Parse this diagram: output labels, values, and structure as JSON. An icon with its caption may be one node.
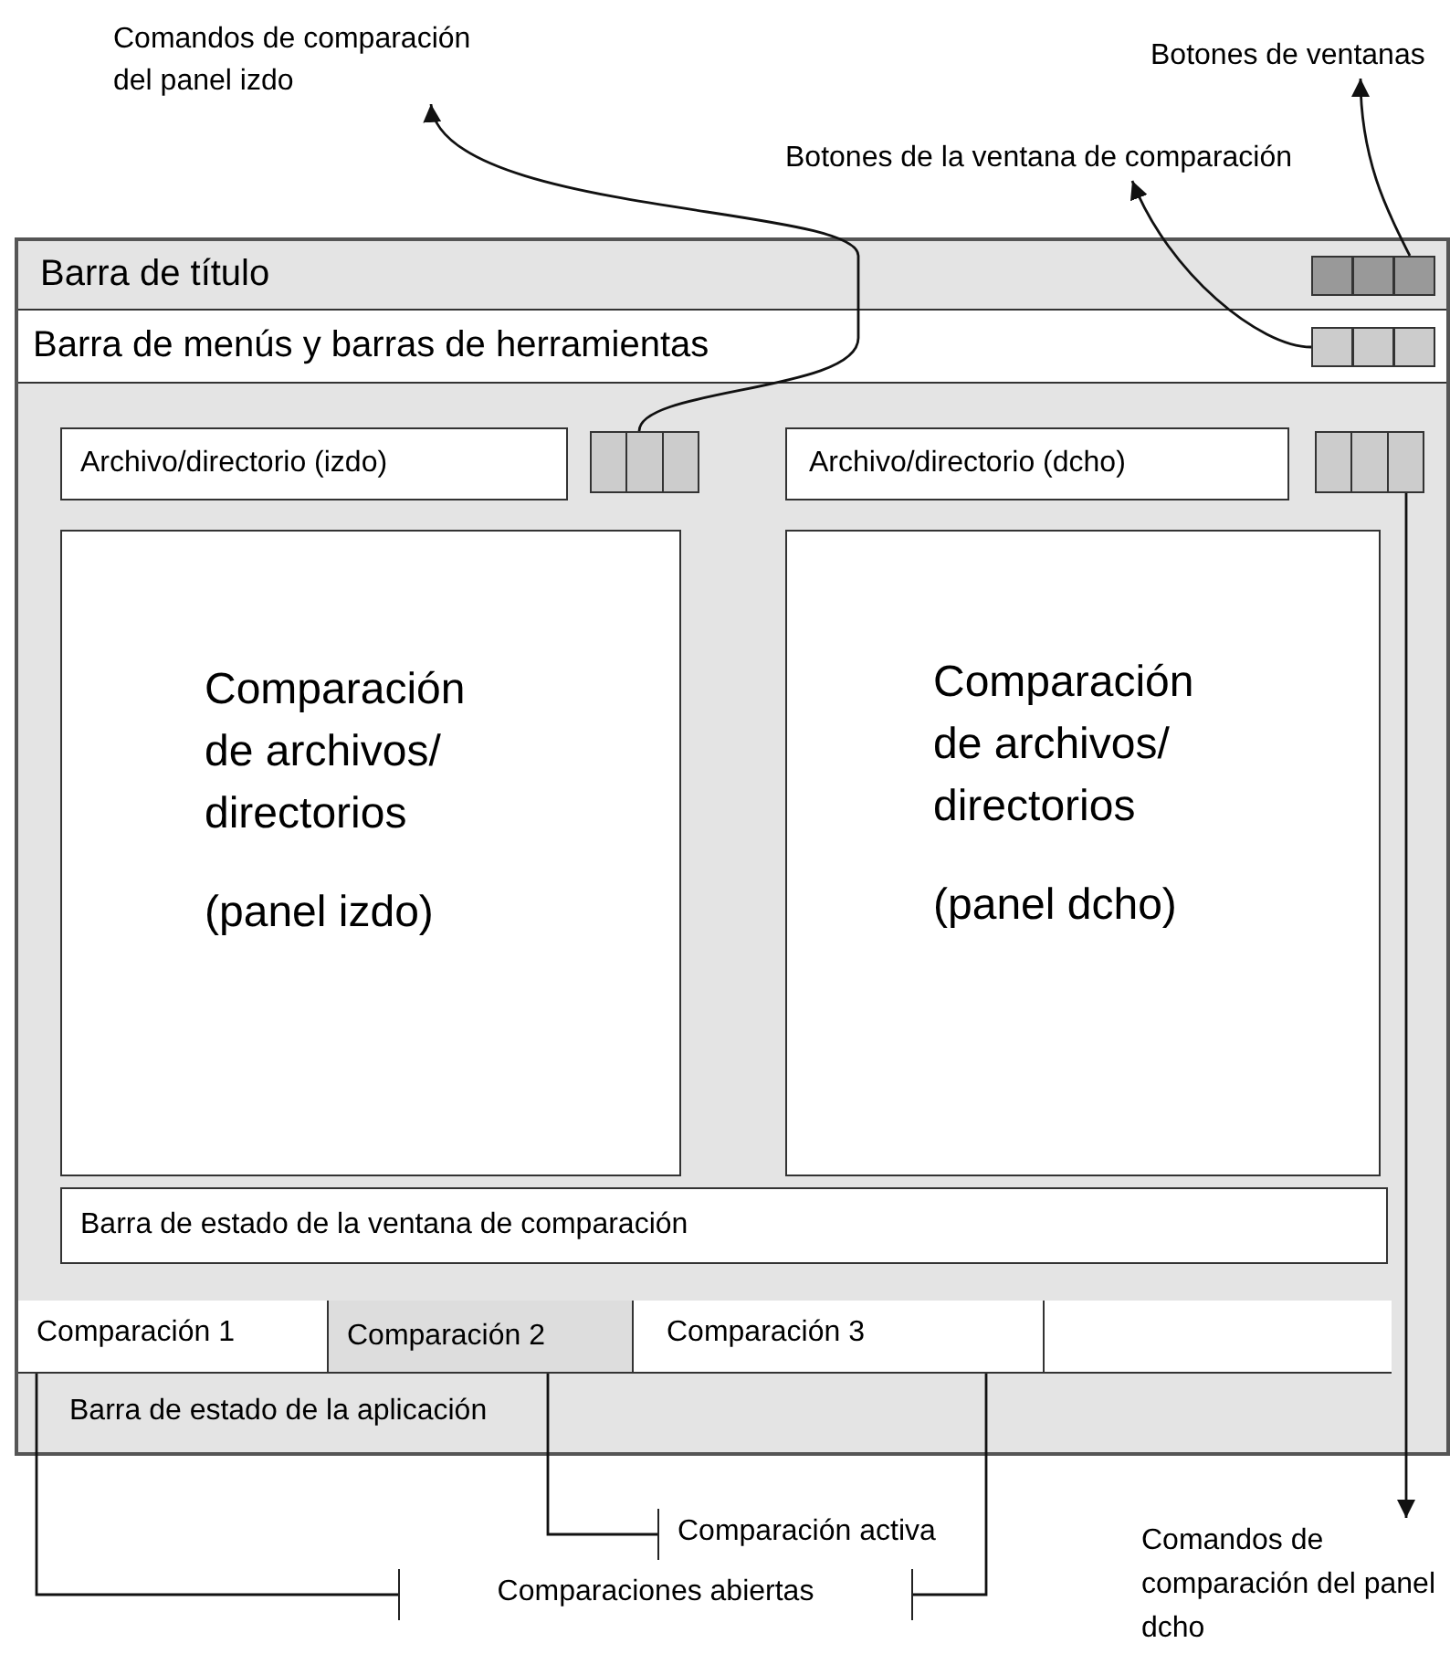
{
  "diagram": {
    "nodes": [
      {
        "text": [],
        "shape": "box"
      },
      {
        "text": [
          "Barra de título"
        ],
        "in": 0
      },
      {
        "text": [],
        "shape": "box",
        "in": 1
      },
      {
        "text": [
          "Barra de menús y barras de herramientas"
        ],
        "in": 0
      },
      {
        "text": [],
        "shape": "box",
        "in": 3
      },
      {
        "text": [
          "Archivo/directorio (izdo)"
        ],
        "in": 0
      },
      {
        "text": [],
        "shape": "box",
        "in": 0
      },
      {
        "text": [
          "Archivo/directorio (dcho)"
        ],
        "in": 0
      },
      {
        "text": [],
        "shape": "box",
        "in": 0
      },
      {
        "text": [
          "Comparación de archivos/ directorios",
          "(panel izdo)"
        ],
        "in": 0
      },
      {
        "text": [
          "Comparación de archivos/ directorios",
          "(panel dcho)"
        ],
        "in": 0
      },
      {
        "text": [
          "Barra de estado de la ventana de comparación"
        ],
        "in": 0
      },
      {
        "text": [
          "Comparación 1"
        ],
        "in": 0
      },
      {
        "text": [
          "Comparación 2"
        ],
        "in": 0
      },
      {
        "text": [
          "Comparación 3"
        ],
        "in": 0
      },
      {
        "text": [
          "Barra de estado de la aplicación"
        ],
        "in": 0
      },
      {
        "text": [
          "Comandos de comparación del panel izdo"
        ]
      },
      {
        "text": [
          "Botones de ventanas"
        ]
      },
      {
        "text": [
          "Botones de la ventana de comparación"
        ]
      },
      {
        "text": [
          "Comparación activa"
        ]
      },
      {
        "text": [
          "Comparaciones abiertas"
        ]
      },
      {
        "text": [
          "Comandos de comparación del panel dcho"
        ]
      },
      {
        "text": [],
        "shape": "box",
        "in": 0
      }
    ],
    "edges": [
      {
        "from": 6,
        "to": 16,
        "arrow": "to"
      },
      {
        "from": 2,
        "to": 17,
        "arrow": "to"
      },
      {
        "from": 4,
        "to": 18,
        "arrow": "to"
      },
      {
        "from": 8,
        "to": 21,
        "arrow": "to"
      },
      {
        "from": 13,
        "to": 19,
        "arrow": "none"
      },
      {
        "from": 12,
        "to": 20,
        "arrow": "none"
      },
      {
        "from": 14,
        "to": 20,
        "arrow": "none"
      }
    ]
  }
}
